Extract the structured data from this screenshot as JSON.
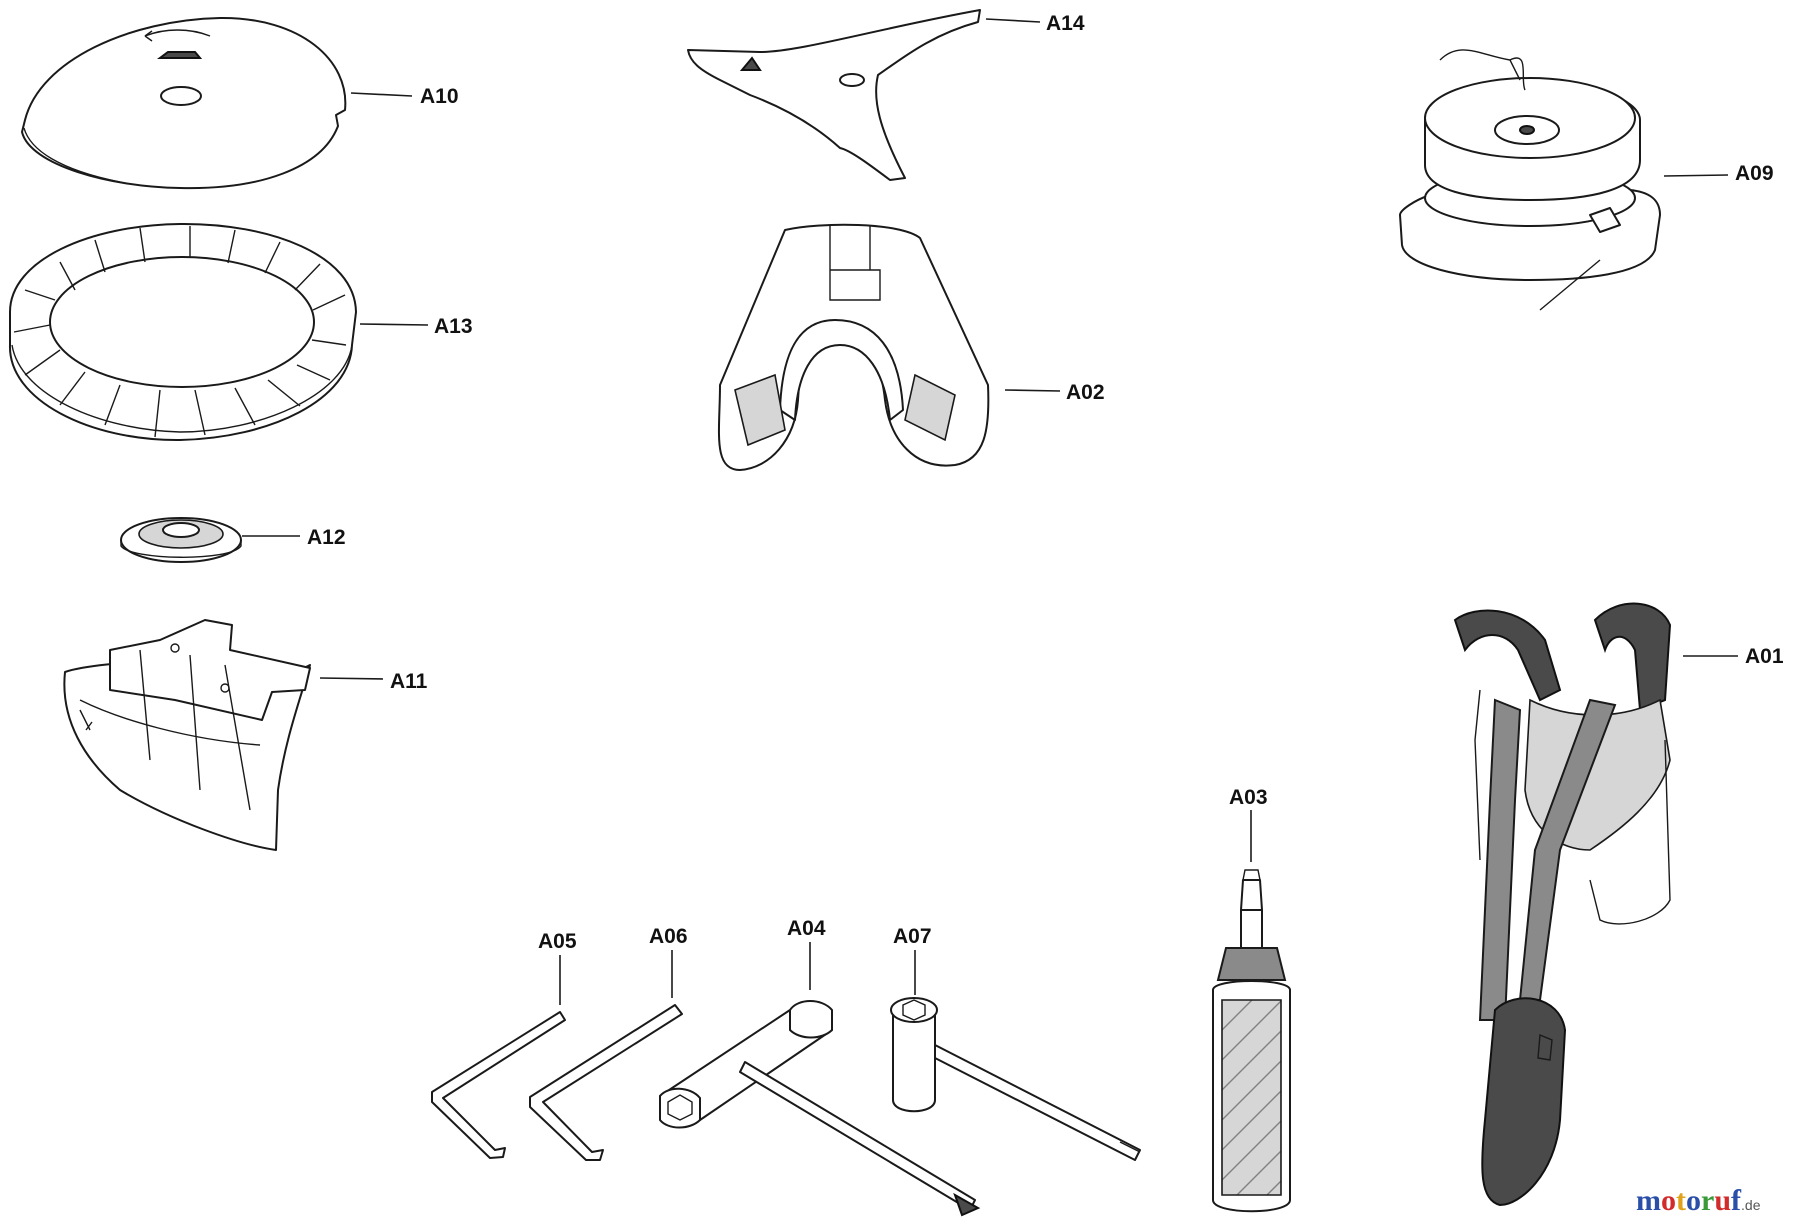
{
  "parts": [
    {
      "id": "A10"
    },
    {
      "id": "A13"
    },
    {
      "id": "A12"
    },
    {
      "id": "A11"
    },
    {
      "id": "A14"
    },
    {
      "id": "A02"
    },
    {
      "id": "A09"
    },
    {
      "id": "A01"
    },
    {
      "id": "A03"
    },
    {
      "id": "A05"
    },
    {
      "id": "A06"
    },
    {
      "id": "A04"
    },
    {
      "id": "A07"
    }
  ],
  "watermark": {
    "letters": [
      {
        "char": "m",
        "color": "#2a4fa8"
      },
      {
        "char": "o",
        "color": "#d12b2b"
      },
      {
        "char": "t",
        "color": "#e0a21b"
      },
      {
        "char": "o",
        "color": "#2a4fa8"
      },
      {
        "char": "r",
        "color": "#3a9a3a"
      },
      {
        "char": "u",
        "color": "#d12b2b"
      },
      {
        "char": "f",
        "color": "#2a4fa8"
      }
    ],
    "suffix": ".de"
  }
}
